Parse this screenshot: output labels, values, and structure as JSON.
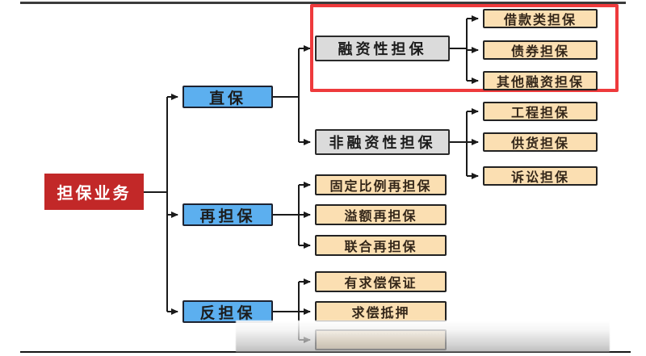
{
  "tree": {
    "root": {
      "label": "担保业务"
    },
    "branches": [
      {
        "label": "直保",
        "children": [
          {
            "label": "融资性担保",
            "highlighted": true,
            "children": [
              {
                "label": "借款类担保"
              },
              {
                "label": "债券担保"
              },
              {
                "label": "其他融资担保"
              }
            ]
          },
          {
            "label": "非融资性担保",
            "children": [
              {
                "label": "工程担保"
              },
              {
                "label": "供货担保"
              },
              {
                "label": "诉讼担保"
              }
            ]
          }
        ]
      },
      {
        "label": "再担保",
        "children": [
          {
            "label": "固定比例再担保"
          },
          {
            "label": "溢额再担保"
          },
          {
            "label": "联合再担保"
          }
        ]
      },
      {
        "label": "反担保",
        "children": [
          {
            "label": "有求偿保证"
          },
          {
            "label": "求偿抵押"
          },
          {
            "label": ""
          }
        ]
      }
    ]
  },
  "colors": {
    "root_fill": "#c22828",
    "root_text": "#ffffff",
    "level1_fill": "#5cafef",
    "category_fill": "#dbdbdb",
    "leaf_fill": "#fbdfb2",
    "highlight_border": "#ee3a3c",
    "connector": "#1a1a1a"
  }
}
